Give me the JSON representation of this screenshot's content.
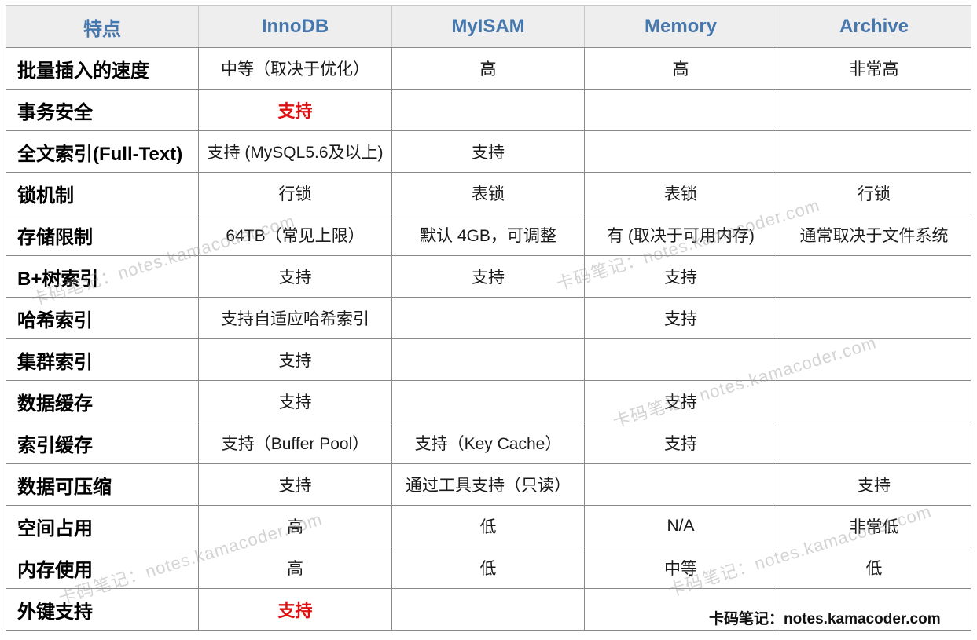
{
  "table": {
    "headers": [
      "特点",
      "InnoDB",
      "MyISAM",
      "Memory",
      "Archive"
    ],
    "rows": [
      {
        "feature": "批量插入的速度",
        "cells": [
          "中等（取决于优化）",
          "高",
          "高",
          "非常高"
        ],
        "highlight": [
          false,
          false,
          false,
          false
        ]
      },
      {
        "feature": "事务安全",
        "cells": [
          "支持",
          "",
          "",
          ""
        ],
        "highlight": [
          true,
          false,
          false,
          false
        ]
      },
      {
        "feature": "全文索引(Full-Text)",
        "cells": [
          "支持 (MySQL5.6及以上)",
          "支持",
          "",
          ""
        ],
        "highlight": [
          false,
          false,
          false,
          false
        ]
      },
      {
        "feature": "锁机制",
        "cells": [
          "行锁",
          "表锁",
          "表锁",
          "行锁"
        ],
        "highlight": [
          false,
          false,
          false,
          false
        ]
      },
      {
        "feature": "存储限制",
        "cells": [
          "64TB（常见上限）",
          "默认 4GB，可调整",
          "有 (取决于可用内存)",
          "通常取决于文件系统"
        ],
        "highlight": [
          false,
          false,
          false,
          false
        ]
      },
      {
        "feature": "B+树索引",
        "cells": [
          "支持",
          "支持",
          "支持",
          ""
        ],
        "highlight": [
          false,
          false,
          false,
          false
        ]
      },
      {
        "feature": "哈希索引",
        "cells": [
          "支持自适应哈希索引",
          "",
          "支持",
          ""
        ],
        "highlight": [
          false,
          false,
          false,
          false
        ]
      },
      {
        "feature": "集群索引",
        "cells": [
          "支持",
          "",
          "",
          ""
        ],
        "highlight": [
          false,
          false,
          false,
          false
        ]
      },
      {
        "feature": "数据缓存",
        "cells": [
          "支持",
          "",
          "支持",
          ""
        ],
        "highlight": [
          false,
          false,
          false,
          false
        ]
      },
      {
        "feature": "索引缓存",
        "cells": [
          "支持（Buffer Pool）",
          "支持（Key Cache）",
          "支持",
          ""
        ],
        "highlight": [
          false,
          false,
          false,
          false
        ]
      },
      {
        "feature": "数据可压缩",
        "cells": [
          "支持",
          "通过工具支持（只读）",
          "",
          "支持"
        ],
        "highlight": [
          false,
          false,
          false,
          false
        ]
      },
      {
        "feature": "空间占用",
        "cells": [
          "高",
          "低",
          "N/A",
          "非常低"
        ],
        "highlight": [
          false,
          false,
          false,
          false
        ]
      },
      {
        "feature": "内存使用",
        "cells": [
          "高",
          "低",
          "中等",
          "低"
        ],
        "highlight": [
          false,
          false,
          false,
          false
        ]
      },
      {
        "feature": "外键支持",
        "cells": [
          "支持",
          "",
          "",
          ""
        ],
        "highlight": [
          true,
          false,
          false,
          false
        ]
      }
    ]
  },
  "footer_watermark": "卡码笔记：notes.kamacoder.com",
  "watermark_text": "卡码笔记：notes.kamacoder.com",
  "colors": {
    "header_text": "#4677ad",
    "header_bg": "#eeeeee",
    "highlight": "#e01010",
    "border": "#8a8a8a"
  }
}
